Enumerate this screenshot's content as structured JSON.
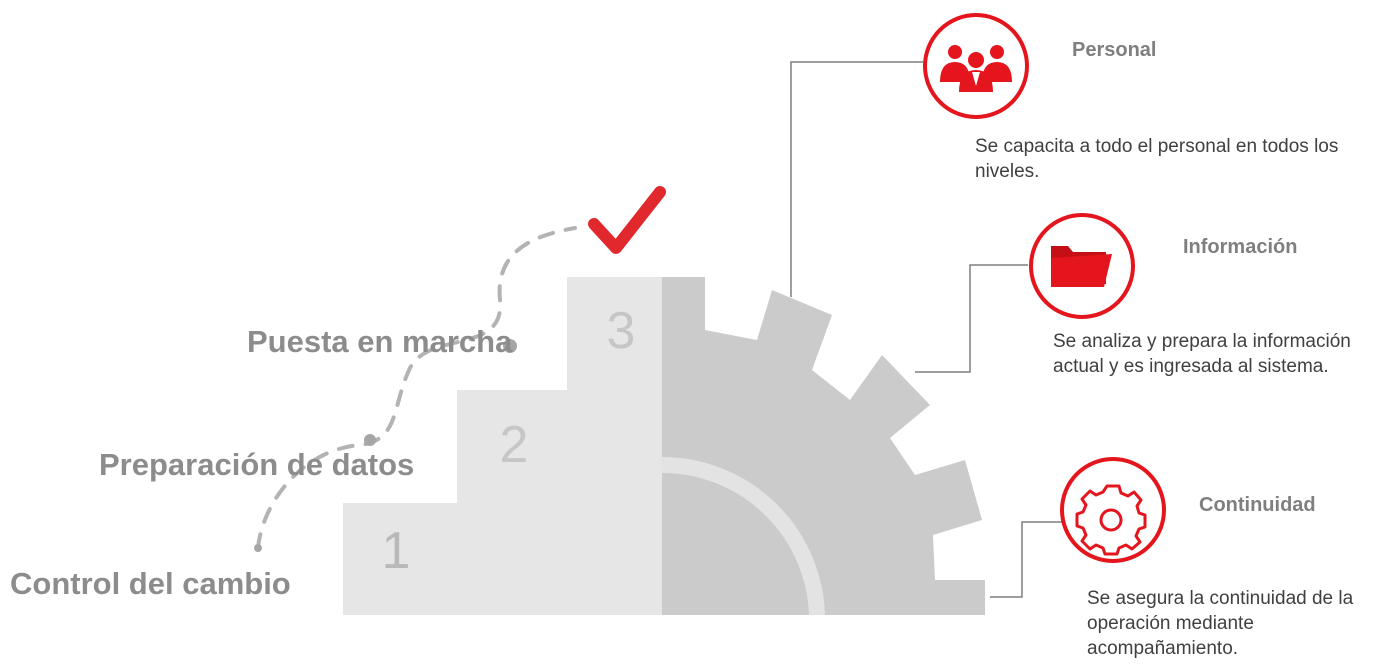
{
  "steps": [
    {
      "number": "1",
      "label": "Control del cambio"
    },
    {
      "number": "2",
      "label": "Preparación de datos"
    },
    {
      "number": "3",
      "label": "Puesta en marcha"
    }
  ],
  "features": [
    {
      "icon": "people-group-icon",
      "title": "Personal",
      "description": "Se capacita a todo el personal en todos los niveles."
    },
    {
      "icon": "folder-icon",
      "title": "Información",
      "description": "Se analiza y prepara la información actual y es ingresada al sistema."
    },
    {
      "icon": "gear-icon",
      "title": "Continuidad",
      "description": "Se asegura la continuidad de la operación mediante acompañamiento."
    }
  ],
  "colors": {
    "accent": "#e4151c",
    "step_fill": "#e6e6e6",
    "gear_fill": "#cbcbcb",
    "label_gray": "#8c8c8c",
    "connector": "#7f7f7f"
  }
}
